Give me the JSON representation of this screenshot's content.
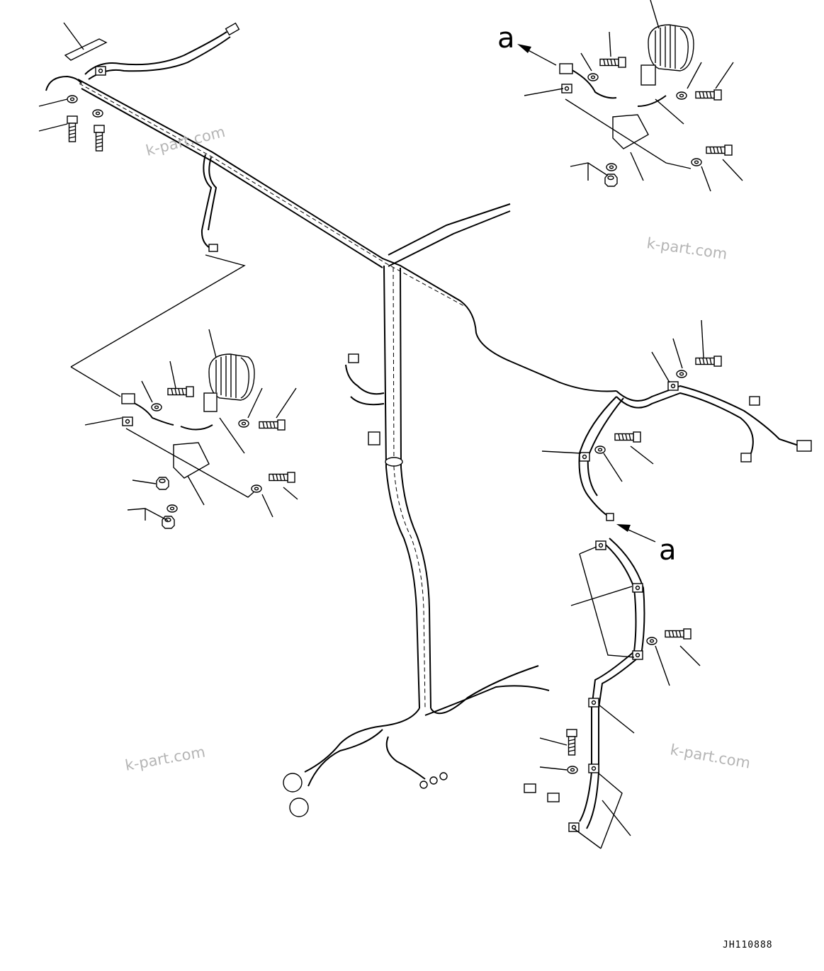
{
  "drawing": {
    "code": "JH110888",
    "view_ref_top": "a",
    "view_ref_right": "a"
  },
  "watermarks": [
    "k-part.com",
    "k-part.com",
    "k-part.com",
    "k-part.com"
  ],
  "icons": [
    "work-lamp-icon",
    "bolt-icon",
    "washer-icon",
    "nut-icon",
    "clamp-icon",
    "connector-icon",
    "arrow-icon"
  ]
}
